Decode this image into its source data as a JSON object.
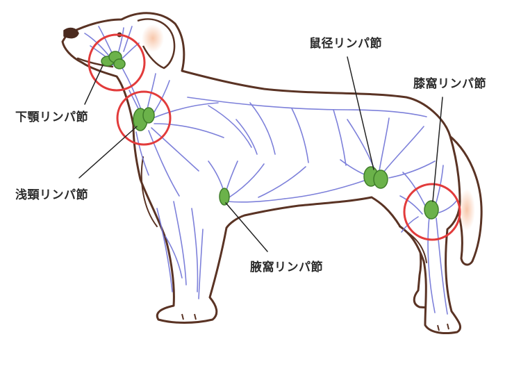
{
  "labels": {
    "submandibular": "下顎リンパ節",
    "superficial_cervical": "浅頸リンパ節",
    "axillary": "腋窩リンパ節",
    "inguinal": "鼠径リンパ節",
    "popliteal": "膝窩リンパ節"
  },
  "colors": {
    "outline": "#5a3324",
    "body_fill": "#ffffff",
    "ear_blush": "#f7cdb4",
    "vessel": "#6f73d6",
    "node_fill": "#6bb24a",
    "node_stroke": "#3f7d2a",
    "highlight_circle": "#e23b3b",
    "leader_line": "#222222"
  }
}
